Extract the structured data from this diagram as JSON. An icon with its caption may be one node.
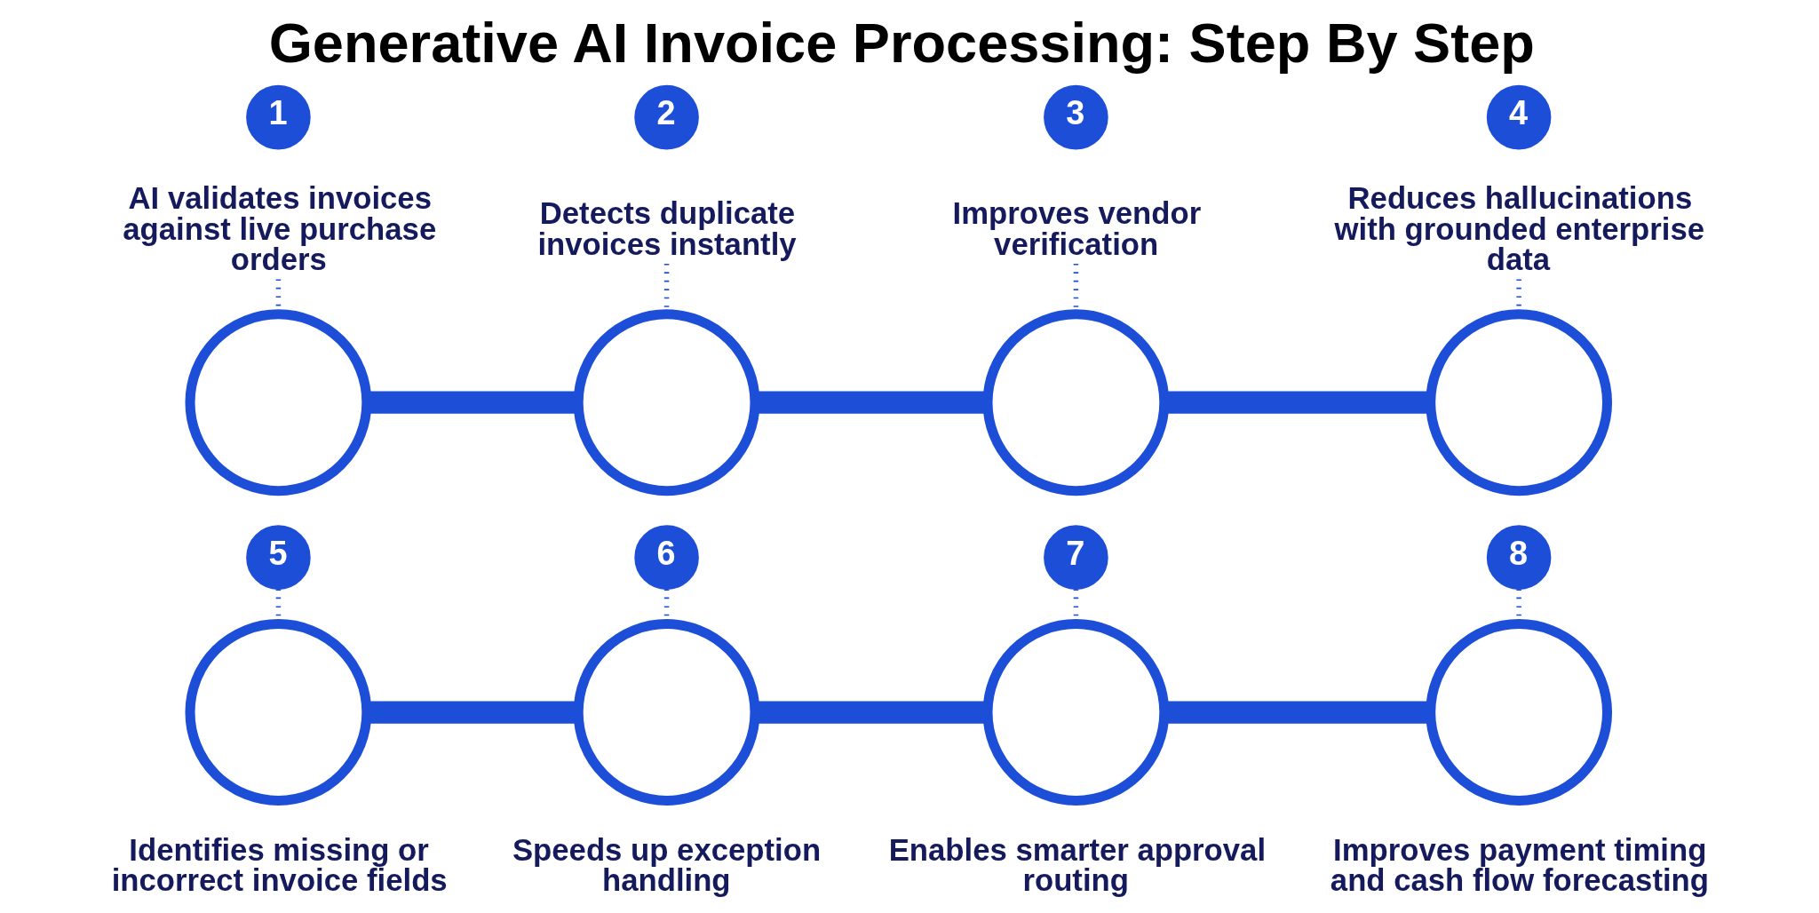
{
  "diagram": {
    "title": "Generative AI Invoice Processing: Step By Step",
    "nodes": [
      {
        "text": [
          "1"
        ]
      },
      {
        "text": [
          "AI validates invoices against live purchase orders"
        ]
      },
      {
        "text": [],
        "shape": "circle"
      },
      {
        "text": [
          "2"
        ]
      },
      {
        "text": [
          "Detects duplicate invoices instantly"
        ]
      },
      {
        "text": [],
        "shape": "circle"
      },
      {
        "text": [
          "3"
        ]
      },
      {
        "text": [
          "Improves vendor verification"
        ]
      },
      {
        "text": [],
        "shape": "circle"
      },
      {
        "text": [
          "4"
        ]
      },
      {
        "text": [
          "Reduces hallucinations with grounded enterprise data"
        ]
      },
      {
        "text": [],
        "shape": "circle"
      },
      {
        "text": [
          "5"
        ]
      },
      {
        "text": [],
        "shape": "circle",
        "beside": [
          "Identifies missing or incorrect invoice fields"
        ]
      },
      {
        "text": [
          "6"
        ]
      },
      {
        "text": [],
        "shape": "circle",
        "beside": [
          "Speeds up exception handling"
        ]
      },
      {
        "text": [
          "7"
        ]
      },
      {
        "text": [],
        "shape": "circle",
        "beside": [
          "Enables smarter approval routing"
        ]
      },
      {
        "text": [
          "8"
        ]
      },
      {
        "text": [],
        "shape": "circle",
        "beside": [
          "Improves payment timing and cash flow forecasting"
        ]
      }
    ],
    "edges": [
      {
        "from": 1,
        "to": 2,
        "arrow": "none",
        "style": "dashed"
      },
      {
        "from": 4,
        "to": 5,
        "arrow": "none",
        "style": "dashed"
      },
      {
        "from": 7,
        "to": 8,
        "arrow": "none",
        "style": "dashed"
      },
      {
        "from": 10,
        "to": 11,
        "arrow": "none",
        "style": "dashed"
      },
      {
        "from": 2,
        "to": 5,
        "arrow": "none",
        "style": "thick"
      },
      {
        "from": 5,
        "to": 8,
        "arrow": "none",
        "style": "thick"
      },
      {
        "from": 8,
        "to": 11,
        "arrow": "none",
        "style": "thick"
      },
      {
        "from": 12,
        "to": 13,
        "arrow": "none",
        "style": "dashed"
      },
      {
        "from": 14,
        "to": 15,
        "arrow": "none",
        "style": "dashed"
      },
      {
        "from": 16,
        "to": 17,
        "arrow": "none",
        "style": "dashed"
      },
      {
        "from": 18,
        "to": 19,
        "arrow": "none",
        "style": "dashed"
      },
      {
        "from": 13,
        "to": 15,
        "arrow": "none",
        "style": "thick"
      },
      {
        "from": 15,
        "to": 17,
        "arrow": "none",
        "style": "thick"
      },
      {
        "from": 17,
        "to": 19,
        "arrow": "none",
        "style": "thick"
      }
    ]
  }
}
